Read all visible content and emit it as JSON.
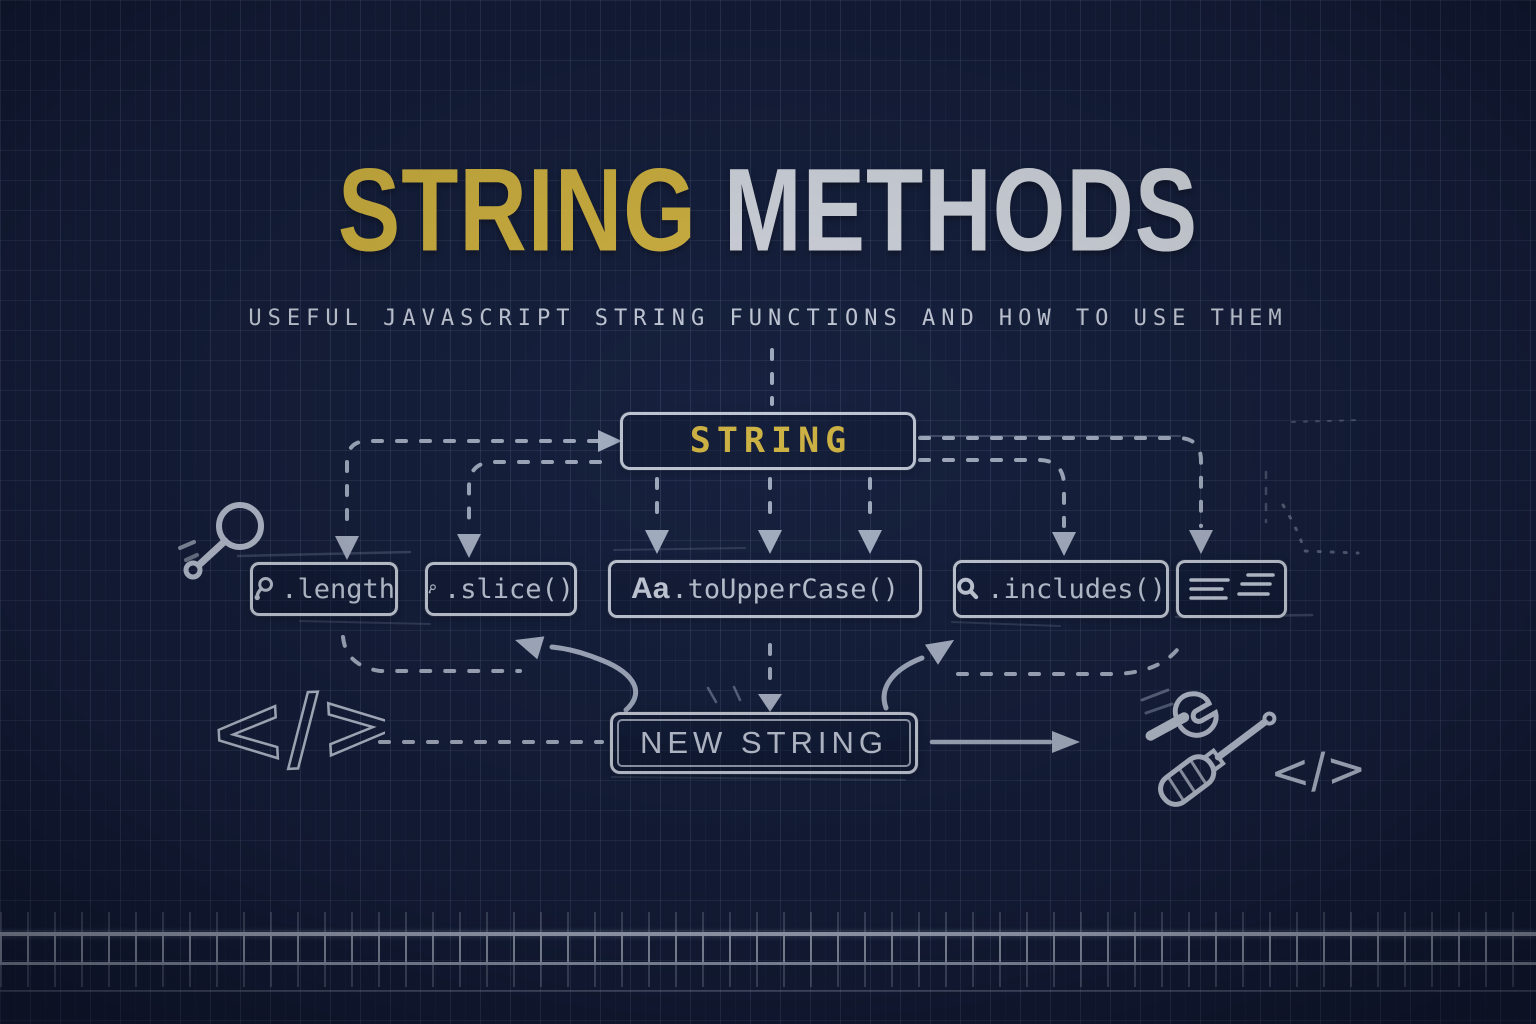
{
  "header": {
    "title_part1": "STRING",
    "title_part2": " METHODS",
    "subtitle": "USEFUL JAVASCRIPT STRING FUNCTIONS AND HOW TO USE THEM"
  },
  "diagram": {
    "source_box_label": "STRING",
    "result_box_label": "NEW STRING",
    "methods": [
      {
        "label": ".length",
        "icon": "magnifier-small-icon"
      },
      {
        "label": ".slice()",
        "icon": "magnifier-small-icon"
      },
      {
        "label": ".toUpperCase()",
        "icon": "letter-case-icon",
        "icon_text": "Aa"
      },
      {
        "label": ".includes()",
        "icon": "search-icon"
      },
      {
        "label": "",
        "icon": "text-lines-icon"
      }
    ],
    "decorations": [
      "magnifying-glass-icon",
      "code-brackets-icon",
      "wrench-icon",
      "screwdriver-icon",
      "code-tag-icon"
    ],
    "code_glyph": "</>"
  },
  "colors": {
    "background": "#141d38",
    "accent_yellow": "#f2cd3f",
    "title_white": "#f5f7fa",
    "line_white": "#ccd5e4",
    "box_border": "#eef3fa"
  }
}
